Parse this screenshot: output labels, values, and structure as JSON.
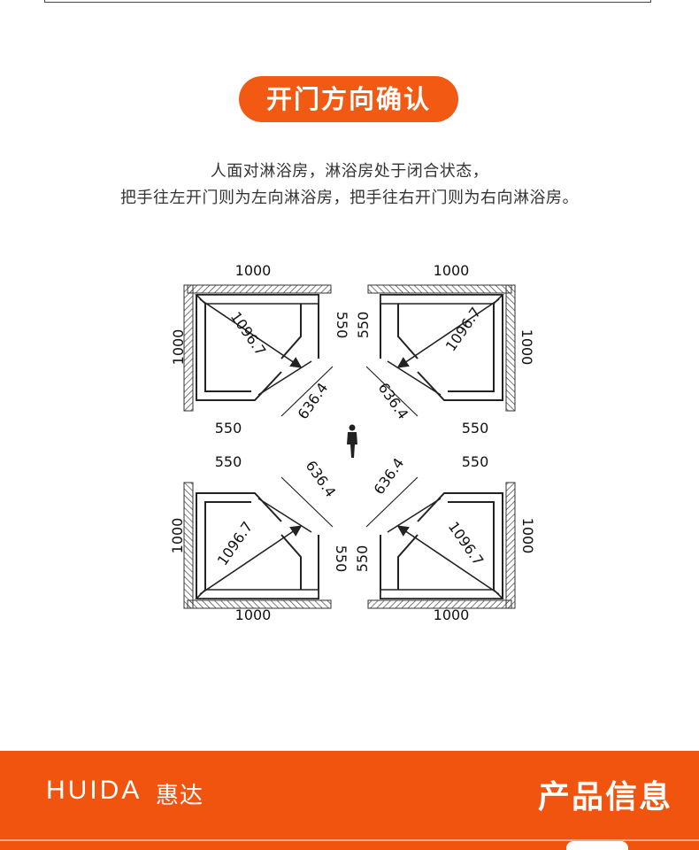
{
  "title": "开门方向确认",
  "description": {
    "line1": "人面对淋浴房，淋浴房处于闭合状态，",
    "line2": "把手往左开门则为左向淋浴房，把手往右开门则为右向淋浴房。"
  },
  "diagram_labels": {
    "width": "1000",
    "depth": "1000",
    "side": "550",
    "diagonal": "1096.7",
    "door": "636.4"
  },
  "footer": {
    "brand_latin": "HUIDA",
    "brand_cn": "惠达",
    "section_title": "产品信息"
  },
  "colors": {
    "accent": "#f25a14",
    "footer": "#f0540f"
  }
}
